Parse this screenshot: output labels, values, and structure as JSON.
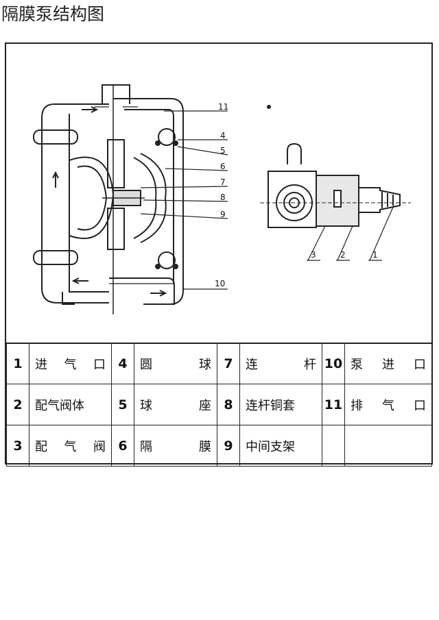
{
  "title": "隔膜泵结构图",
  "callouts": [
    "11",
    "4",
    "5",
    "6",
    "7",
    "8",
    "9",
    "10",
    "3",
    "2",
    "1"
  ],
  "parts": [
    [
      {
        "num": "1",
        "name": "进 气 口"
      },
      {
        "num": "4",
        "name": "圆 球"
      },
      {
        "num": "7",
        "name": "连 杆"
      },
      {
        "num": "10",
        "name": "泵 进 口"
      }
    ],
    [
      {
        "num": "2",
        "name": "配气阀体"
      },
      {
        "num": "5",
        "name": "球 座"
      },
      {
        "num": "8",
        "name": "连杆铜套"
      },
      {
        "num": "11",
        "name": "排 气 口"
      }
    ],
    [
      {
        "num": "3",
        "name": "配 气 阀"
      },
      {
        "num": "6",
        "name": "隔 膜"
      },
      {
        "num": "9",
        "name": "中间支架"
      },
      {
        "num": "",
        "name": ""
      }
    ]
  ]
}
